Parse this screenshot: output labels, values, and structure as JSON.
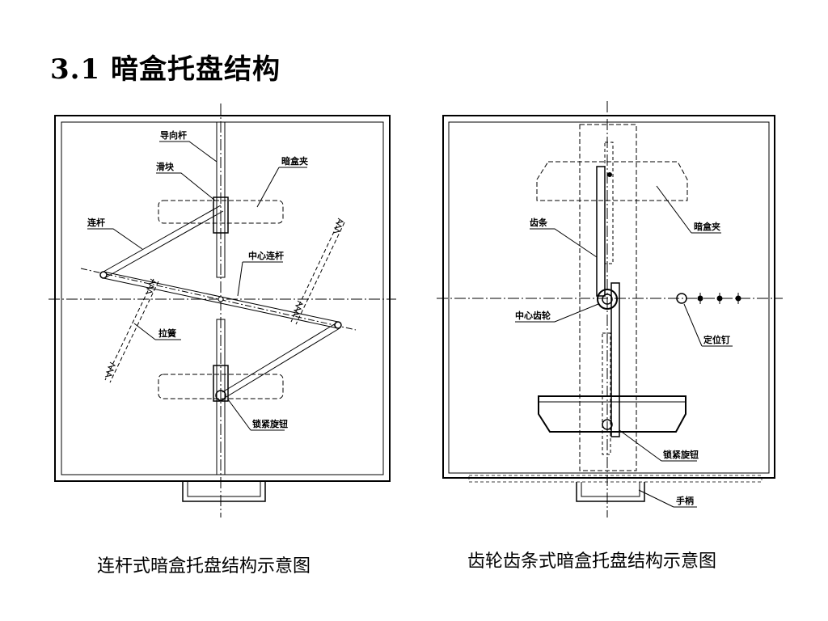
{
  "title": "3.1 暗盒托盘结构",
  "left_diagram": {
    "caption": "连杆式暗盒托盘结构示意图",
    "labels": {
      "guide_rod": "导向杆",
      "slider": "滑块",
      "cassette_clip": "暗盒夹",
      "link_rod": "连杆",
      "center_link": "中心连杆",
      "spring": "拉簧",
      "lock_knob": "锁紧旋钮"
    }
  },
  "right_diagram": {
    "caption": "齿轮齿条式暗盒托盘结构示意图",
    "labels": {
      "rack": "齿条",
      "cassette_clip": "暗盒夹",
      "center_gear": "中心齿轮",
      "locating_pin": "定位钉",
      "lock_knob": "锁紧旋钮",
      "handle": "手柄"
    }
  }
}
